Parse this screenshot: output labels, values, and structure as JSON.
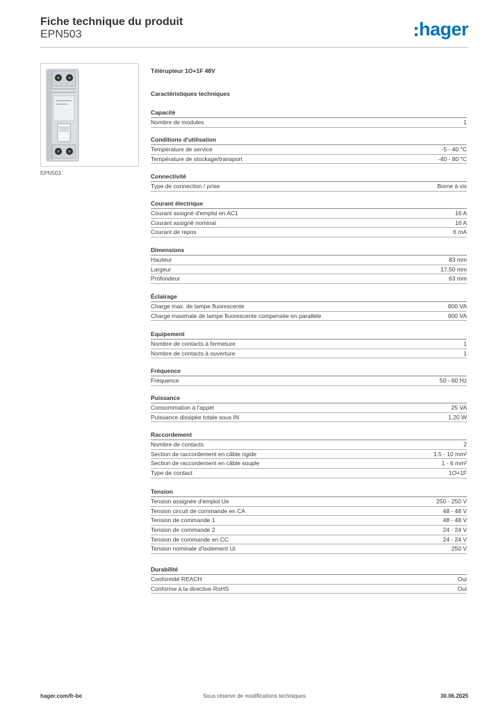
{
  "header": {
    "title": "Fiche technique du produit",
    "reference": "EPN503",
    "logo_text": "hager",
    "brand_color": "#0072bc"
  },
  "product": {
    "image_caption": "EPN503",
    "name": "Télérupteur 1O+1F 48V",
    "specs_heading": "Caractéristiques techniques"
  },
  "sections": [
    {
      "title": "Capacité",
      "rows": [
        {
          "label": "Nombre de modules",
          "value": "1"
        }
      ]
    },
    {
      "title": "Conditions d'utilisation",
      "rows": [
        {
          "label": "Température de service",
          "value": "-5 - 40 °C"
        },
        {
          "label": "Température de stockage/transport",
          "value": "-40 - 80 °C"
        }
      ]
    },
    {
      "title": "Connectivité",
      "rows": [
        {
          "label": "Type de connection / prise",
          "value": "Borne à vis"
        }
      ]
    },
    {
      "title": "Courant électrique",
      "rows": [
        {
          "label": "Courant assigné d'emploi en AC1",
          "value": "16 A"
        },
        {
          "label": "Courant assigné nominal",
          "value": "16 A"
        },
        {
          "label": "Courant de repos",
          "value": "6 mA"
        }
      ]
    },
    {
      "title": "Dimensions",
      "rows": [
        {
          "label": "Hauteur",
          "value": "83 mm"
        },
        {
          "label": "Largeur",
          "value": "17,50 mm"
        },
        {
          "label": "Profondeur",
          "value": "63 mm"
        }
      ]
    },
    {
      "title": "Éclairage",
      "rows": [
        {
          "label": "Charge max. de lampe fluorescente",
          "value": "800 VA"
        },
        {
          "label": "Charge maximale de lampe fluorescente compensée en parallèle",
          "value": "900 VA"
        }
      ]
    },
    {
      "title": "Equipement",
      "rows": [
        {
          "label": "Nombre de contacts à fermeture",
          "value": "1"
        },
        {
          "label": "Nombre de contacts à ouverture",
          "value": "1"
        }
      ]
    },
    {
      "title": "Fréquence",
      "rows": [
        {
          "label": "Fréquence",
          "value": "50 - 60 Hz"
        }
      ]
    },
    {
      "title": "Puissance",
      "rows": [
        {
          "label": "Consommation à l'appel",
          "value": "25 VA"
        },
        {
          "label": "Puissance dissipée totale sous IN",
          "value": "1,20 W"
        }
      ]
    },
    {
      "title": "Raccordement",
      "rows": [
        {
          "label": "Nombre de contacts",
          "value": "2"
        },
        {
          "label": "Section de raccordement en câble rigide",
          "value": "1.5 - 10 mm²"
        },
        {
          "label": "Section de raccordement en câble souple",
          "value": "1 - 6 mm²"
        },
        {
          "label": "Type de contact",
          "value": "1O+1F"
        }
      ]
    },
    {
      "title": "Tension",
      "rows": [
        {
          "label": "Tension assignée d'emploi Ue",
          "value": "250 - 250 V"
        },
        {
          "label": "Tension circuit de commande en CA",
          "value": "48 - 48 V"
        },
        {
          "label": "Tension de commande 1",
          "value": "48 - 48 V"
        },
        {
          "label": "Tension de commande 2",
          "value": "24 - 24 V"
        },
        {
          "label": "Tension de commande en CC",
          "value": "24 - 24 V"
        },
        {
          "label": "Tension nominale d'isolement Ui",
          "value": "250 V"
        }
      ]
    },
    {
      "title": "Durabilité",
      "rows": [
        {
          "label": "Conformité REACH",
          "value": "Oui"
        },
        {
          "label": "Conforme à la directive RoHS",
          "value": "Oui"
        }
      ]
    }
  ],
  "footer": {
    "website": "hager.com/fr-be",
    "notice": "Sous réserve de modifications techniques",
    "date": "30.06.2025"
  }
}
